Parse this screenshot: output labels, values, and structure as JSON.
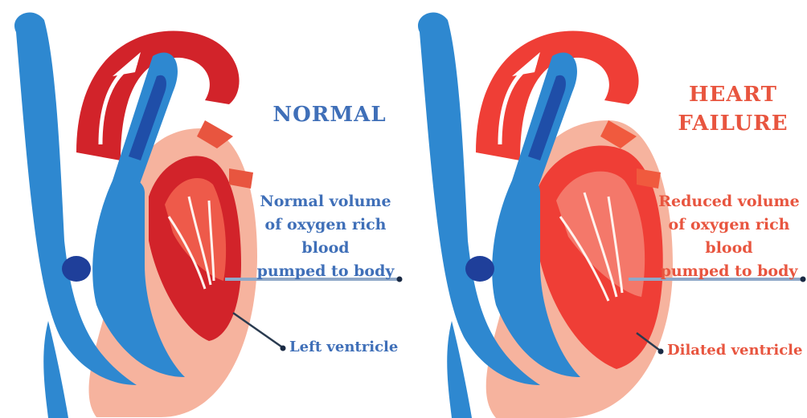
{
  "normal": {
    "title": "NORMAL",
    "volume_note": [
      "Normal volume",
      "of oxygen rich blood",
      "pumped to body"
    ],
    "ventricle_label": "Left ventricle",
    "accent_color": "#3f6fb8",
    "chamber_color": "#d2232a"
  },
  "failure": {
    "title": [
      "HEART",
      "FAILURE"
    ],
    "volume_note": [
      "Reduced volume",
      "of oxygen rich blood",
      "pumped to body"
    ],
    "ventricle_label": "Dilated ventricle",
    "accent_color": "#e8553f",
    "chamber_color": "#ef3e36"
  },
  "colors": {
    "vein_blue": "#2e88d0",
    "vein_dark": "#1f4ea8",
    "muscle_pink": "#f6b39e",
    "pointer_line": "#8fa8c8"
  }
}
